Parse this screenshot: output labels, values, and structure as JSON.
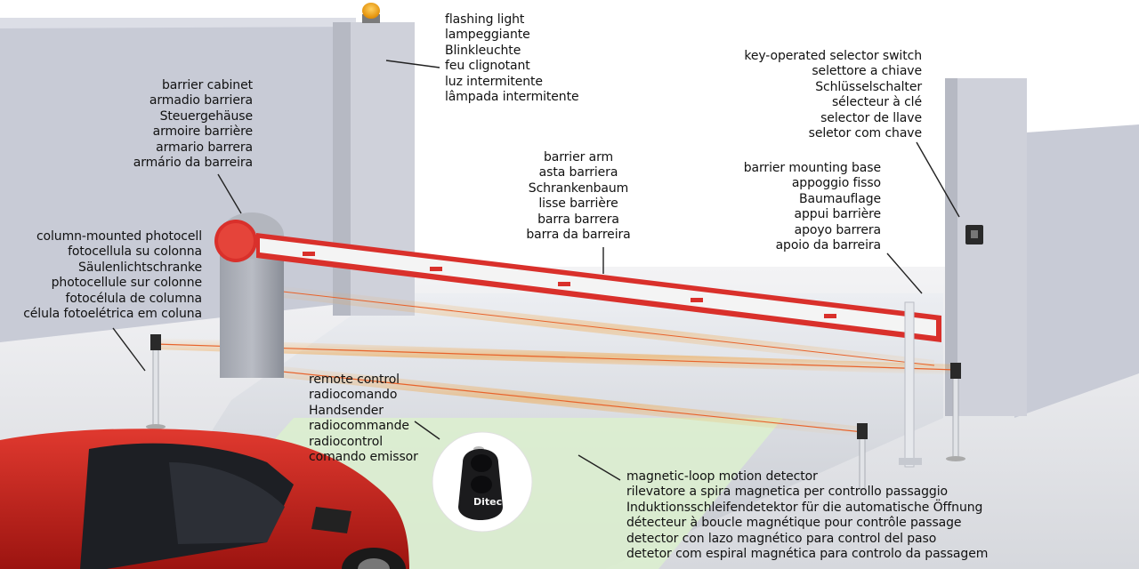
{
  "labels": {
    "flashing_light": [
      "flashing light",
      "lampeggiante",
      "Blinkleuchte",
      "feu clignotant",
      "luz intermitente",
      "lâmpada intermitente"
    ],
    "barrier_cabinet": [
      "barrier cabinet",
      "armadio barriera",
      "Steuergehäuse",
      "armoire barrière",
      "armario barrera",
      "armário da barreira"
    ],
    "key_selector": [
      "key-operated selector switch",
      "selettore a chiave",
      "Schlüsselschalter",
      "sélecteur à clé",
      "selector de llave",
      "seletor com chave"
    ],
    "barrier_arm": [
      "barrier arm",
      "asta barriera",
      "Schrankenbaum",
      "lisse barrière",
      "barra barrera",
      "barra da barreira"
    ],
    "mounting_base": [
      "barrier mounting base",
      "appoggio fisso",
      "Baumauflage",
      "appui barrière",
      "apoyo barrera",
      "apoio da barreira"
    ],
    "photocell": [
      "column-mounted photocell",
      "fotocellula su colonna",
      "Säulenlichtschranke",
      "photocellule sur colonne",
      "fotocélula de columna",
      "célula fotoelétrica em coluna"
    ],
    "remote_control": [
      "remote control",
      "radiocomando",
      "Handsender",
      "radiocommande",
      "radiocontrol",
      "comando emissor"
    ],
    "magnetic_loop": [
      "magnetic-loop motion detector",
      "rilevatore a spira magnetica per controllo passaggio",
      "Induktionsschleifendetektor für die automatische Öffnung",
      "détecteur à boucle magnétique pour contrôle passage",
      "detector con lazo magnético para control del paso",
      "detetor com espiral magnética para controlo da passagem"
    ]
  },
  "remote_brand": "Ditec",
  "colors": {
    "wall": "#c8cbd6",
    "barrier_red": "#d9302b",
    "loop_green": "#dbeecf",
    "beam_orange": "#f7a640",
    "car_red": "#c4201c"
  }
}
